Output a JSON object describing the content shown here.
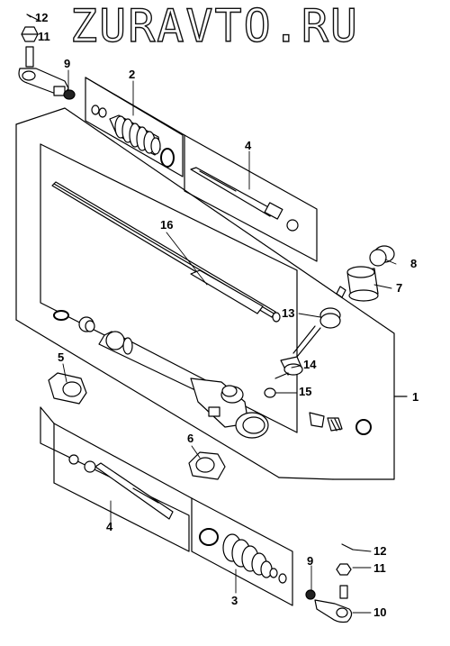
{
  "watermark": "ZURAVTO.RU",
  "callouts": {
    "c1": "1",
    "c2": "2",
    "c3": "3",
    "c4_top": "4",
    "c4_bottom": "4",
    "c5": "5",
    "c6": "6",
    "c7": "7",
    "c8": "8",
    "c9_top": "9",
    "c9_bottom": "9",
    "c10": "10",
    "c11_top": "11",
    "c11_bottom": "11",
    "c12_top": "12",
    "c12_bottom": "12",
    "c13": "13",
    "c14": "14",
    "c15": "15",
    "c16": "16"
  }
}
